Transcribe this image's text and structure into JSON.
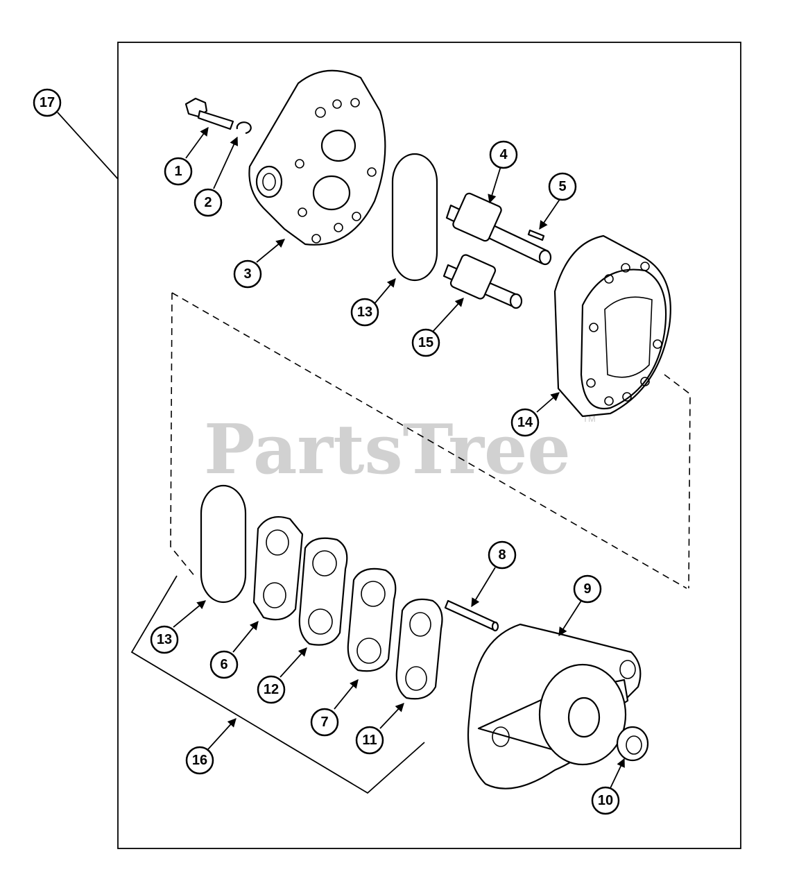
{
  "watermark": {
    "text": "PartsTree",
    "trademark": "TM"
  },
  "callouts": [
    {
      "id": "callout-17",
      "label": "17"
    },
    {
      "id": "callout-1",
      "label": "1"
    },
    {
      "id": "callout-2",
      "label": "2"
    },
    {
      "id": "callout-3",
      "label": "3"
    },
    {
      "id": "callout-4",
      "label": "4"
    },
    {
      "id": "callout-5",
      "label": "5"
    },
    {
      "id": "callout-13a",
      "label": "13"
    },
    {
      "id": "callout-15",
      "label": "15"
    },
    {
      "id": "callout-14",
      "label": "14"
    },
    {
      "id": "callout-8",
      "label": "8"
    },
    {
      "id": "callout-9",
      "label": "9"
    },
    {
      "id": "callout-13b",
      "label": "13"
    },
    {
      "id": "callout-6",
      "label": "6"
    },
    {
      "id": "callout-12",
      "label": "12"
    },
    {
      "id": "callout-7",
      "label": "7"
    },
    {
      "id": "callout-11",
      "label": "11"
    },
    {
      "id": "callout-16",
      "label": "16"
    },
    {
      "id": "callout-10",
      "label": "10"
    }
  ]
}
